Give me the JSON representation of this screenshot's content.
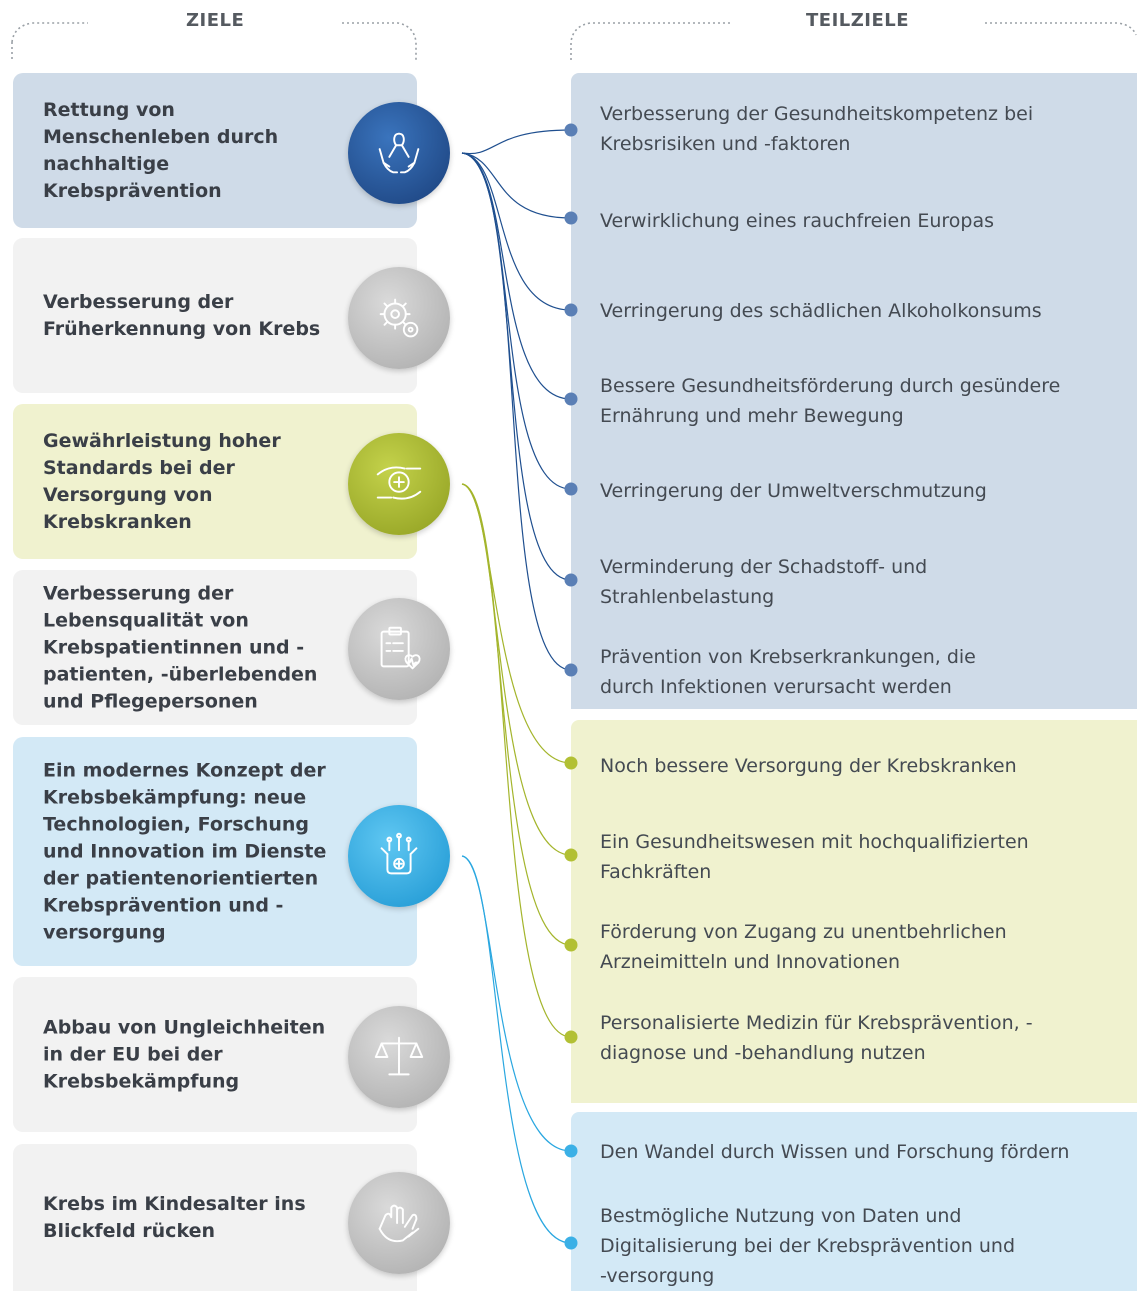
{
  "headers": {
    "goals": "ZIELE",
    "subgoals": "TEILZIELE"
  },
  "colors": {
    "blue_dark": "#1f4f8f",
    "olive": "#a4b52c",
    "cyan": "#2aa7e0",
    "grey": "#b9b9b9",
    "panel_blue": "#cfdbe8",
    "panel_olive": "#f0f2cf",
    "panel_cyan": "#d3e9f6"
  },
  "goals": [
    {
      "text": "Rettung von Menschenleben durch nachhaltige Krebsprävention",
      "icon": "ribbon-hands-icon"
    },
    {
      "text": "Verbesserung der Früherkennung von Krebs",
      "icon": "gear-cells-icon"
    },
    {
      "text": "Gewährleistung hoher Standards bei der Versorgung von Krebskranken",
      "icon": "care-hands-icon"
    },
    {
      "text": "Verbesserung der Lebensqualität von Krebspatientinnen und -patienten, -überlebenden und Pflegepersonen",
      "icon": "clipboard-heart-icon"
    },
    {
      "text": "Ein modernes Konzept der Krebsbekämpfung: neue Technologien, Forschung und Innovation im Dienste der patientenorientierten Krebsprävention und -versorgung",
      "icon": "tech-gear-icon"
    },
    {
      "text": "Abbau von Ungleichheiten in der EU bei der Krebsbekämpfung",
      "icon": "scales-icon"
    },
    {
      "text": "Krebs im Kindesalter ins Blickfeld rücken",
      "icon": "child-hands-icon"
    }
  ],
  "subgoals": [
    "Verbesserung der Gesundheitskompetenz bei Krebsrisiken und -faktoren",
    "Verwirklichung eines rauchfreien Europas",
    "Verringerung des schädlichen Alkoholkonsums",
    "Bessere Gesundheitsförderung durch gesündere Ernährung und mehr Bewegung",
    "Verringerung der Umweltverschmutzung",
    "Verminderung der Schadstoff- und Strahlenbelastung",
    "Prävention von Krebserkrankungen, die durch Infektionen verursacht werden",
    "Noch bessere Versorgung der Krebskranken",
    "Ein Gesundheitswesen mit hochqualifizierten Fachkräften",
    "Förderung von Zugang zu unentbehrlichen Arzneimitteln und Innovationen",
    "Personalisierte Medizin für Krebsprävention, -diagnose und -behandlung nutzen",
    "Den Wandel durch Wissen und Forschung fördern",
    "Bestmögliche Nutzung von Daten und Digitalisierung bei der Krebsprävention und -versorgung"
  ]
}
